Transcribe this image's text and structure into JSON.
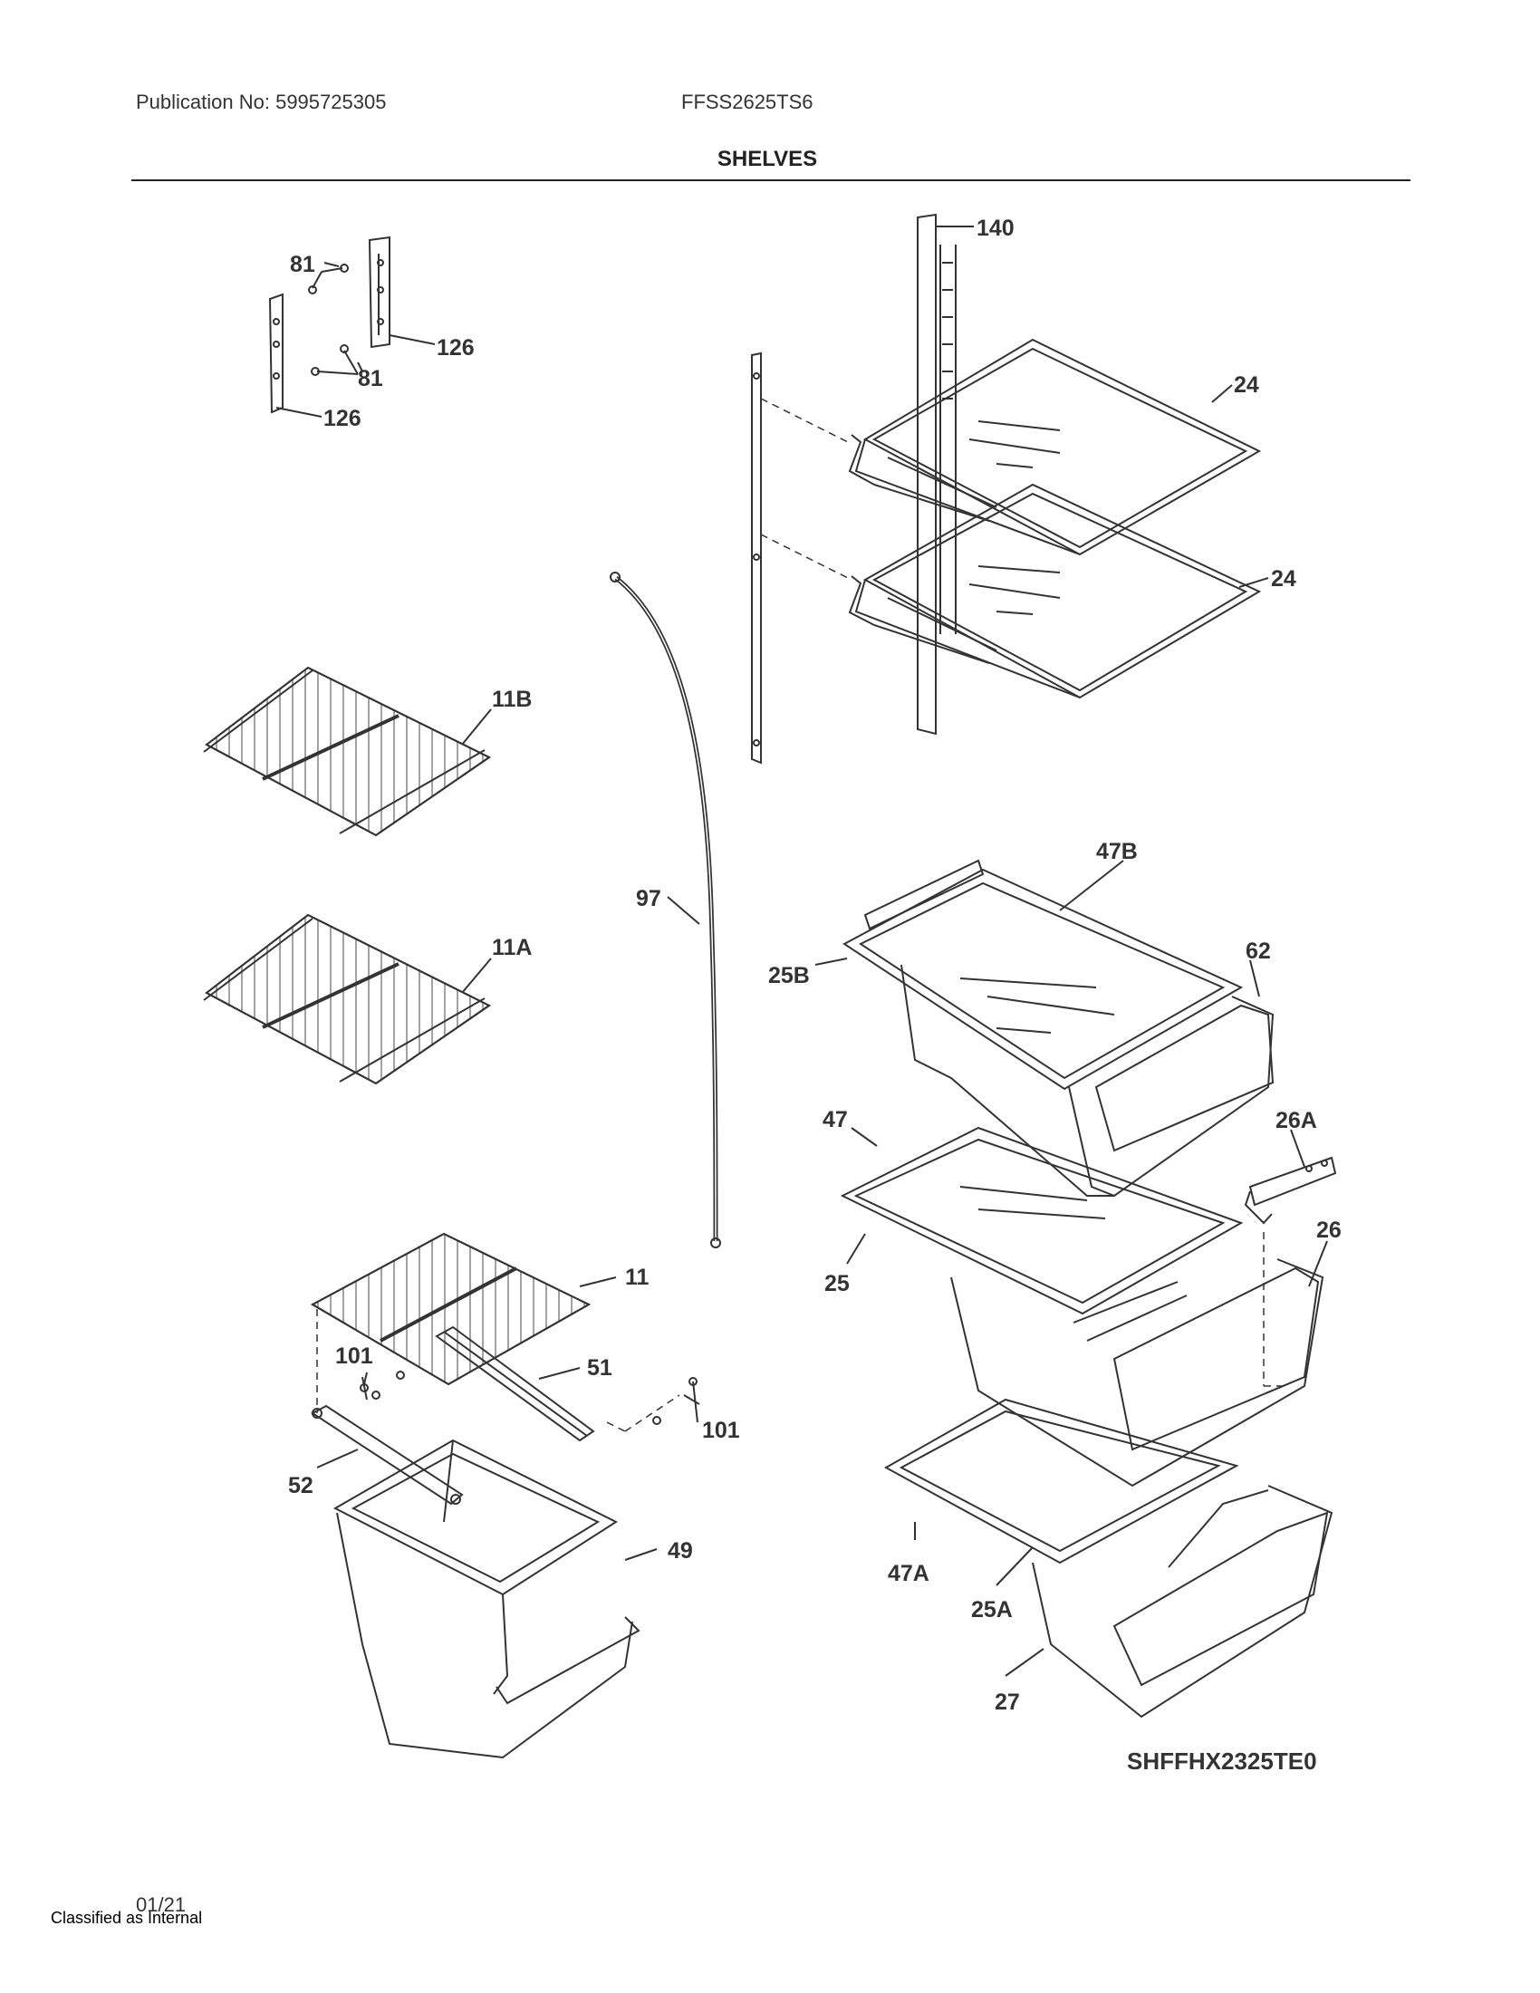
{
  "header": {
    "publication": "Publication No: 5995725305",
    "model": "FFSS2625TS6",
    "title": "SHELVES"
  },
  "diagram": {
    "code": "SHFFHX2325TE0",
    "callouts": {
      "c140": "140",
      "c81a": "81",
      "c126a": "126",
      "c81b": "81",
      "c126b": "126",
      "c24a": "24",
      "c24b": "24",
      "c11B": "11B",
      "c11A": "11A",
      "c97": "97",
      "c47B": "47B",
      "c62": "62",
      "c25B": "25B",
      "c47": "47",
      "c26A": "26A",
      "c26": "26",
      "c25": "25",
      "c11": "11",
      "c101a": "101",
      "c51": "51",
      "c101b": "101",
      "c52": "52",
      "c49": "49",
      "c47A": "47A",
      "c25A": "25A",
      "c27": "27"
    }
  },
  "footer": {
    "date": "01/21",
    "classification": "Classified as Internal"
  }
}
